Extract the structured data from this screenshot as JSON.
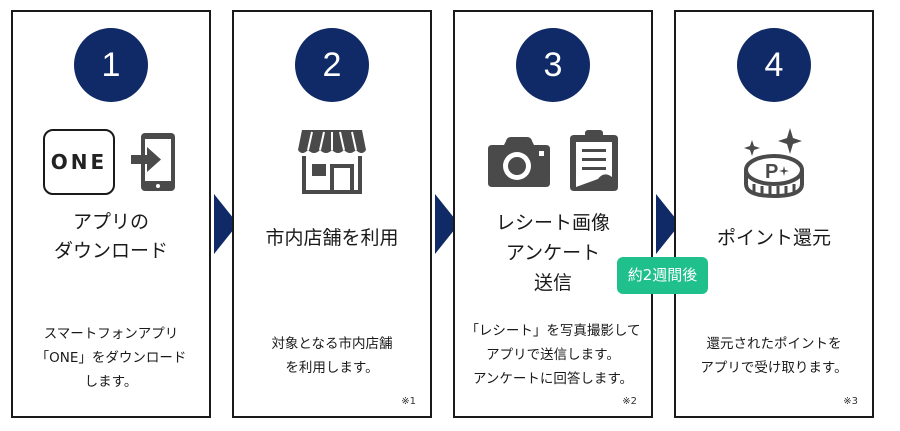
{
  "colors": {
    "accent_navy": "#0f2a66",
    "badge_green": "#20c08d",
    "icon_gray": "#4a4a4a",
    "border": "#1a1a1a"
  },
  "steps": [
    {
      "number": "1",
      "icons": [
        "one-app-logo",
        "phone-download-icon"
      ],
      "logo_text": "ONE",
      "title_lines": [
        "アプリの",
        "ダウンロード"
      ],
      "desc_lines": [
        "スマートフォンアプリ",
        "「ONE」をダウンロード",
        "します。"
      ],
      "note": ""
    },
    {
      "number": "2",
      "icons": [
        "store-icon"
      ],
      "title_lines": [
        "市内店舗を利用"
      ],
      "desc_lines": [
        "対象となる市内店舗",
        "を利用します。"
      ],
      "note": "※1"
    },
    {
      "number": "3",
      "icons": [
        "camera-icon",
        "clipboard-icon"
      ],
      "title_lines": [
        "レシート画像",
        "アンケート",
        "送信"
      ],
      "desc_lines": [
        "「レシート」を写真撮影して",
        "アプリで送信します。",
        "アンケートに回答します。"
      ],
      "note": "※2"
    },
    {
      "number": "4",
      "icons": [
        "point-coin-icon"
      ],
      "title_lines": [
        "ポイント還元"
      ],
      "desc_lines": [
        "還元されたポイントを",
        "アプリで受け取ります。"
      ],
      "note": "※3"
    }
  ],
  "badge": {
    "label": "約2週間後"
  }
}
